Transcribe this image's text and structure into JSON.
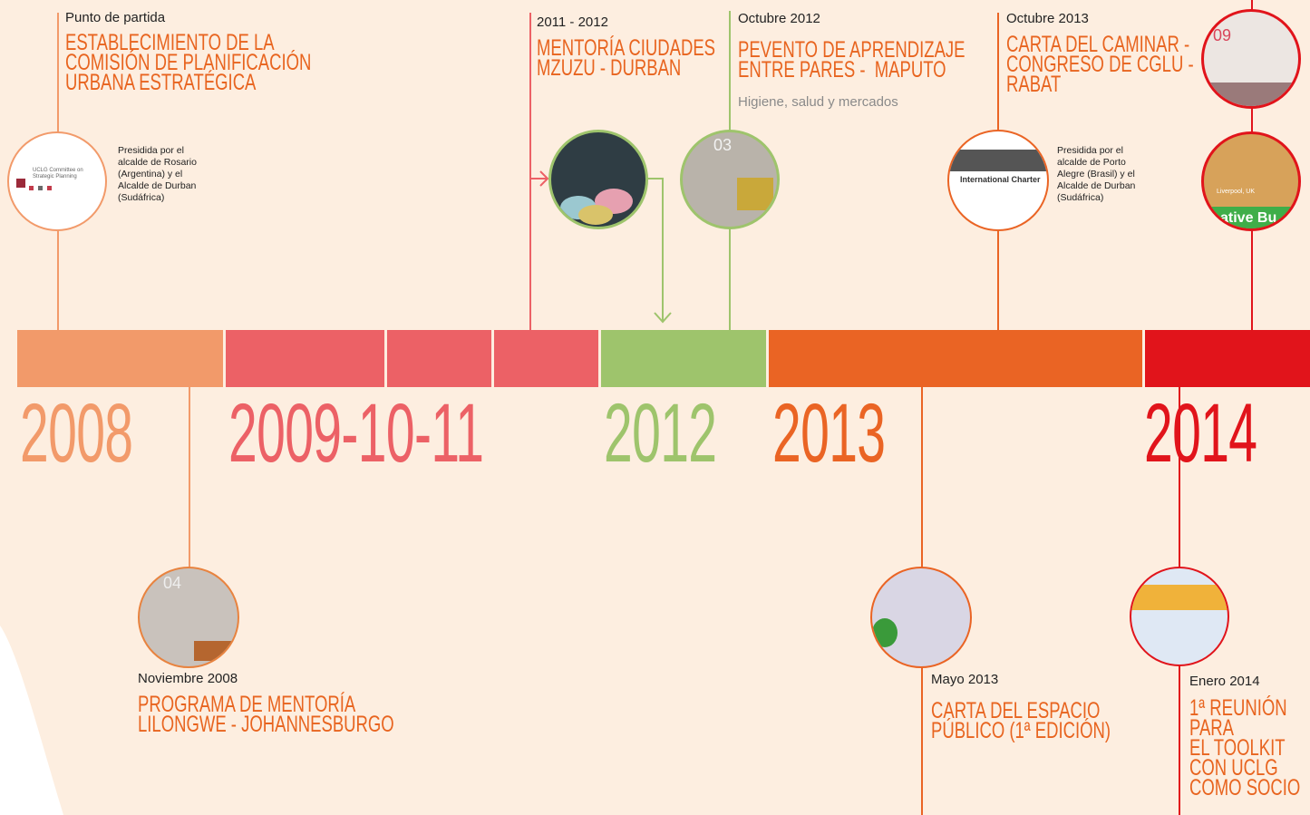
{
  "colors": {
    "background": "#fdeee0",
    "y2008": "#f29a6a",
    "y2009_11": "#ec6166",
    "y2012": "#9ec46c",
    "y2013": "#ea6424",
    "y2014": "#e1141b",
    "title_orange": "#e8641f"
  },
  "years": {
    "y2008": "2008",
    "y2009_11": "2009-10-11",
    "y2012": "2012",
    "y2013": "2013",
    "y2014": "2014"
  },
  "events": {
    "e2008_start": {
      "date": "Punto de partida",
      "title": "ESTABLECIMIENTO DE LA\nCOMISIÓN DE PLANIFICACIÓN\nURBANA ESTRATÉGICA",
      "note": "Presidida por el\nalcalde de Rosario\n(Argentina) y el\nAlcalde de Durban\n(Sudáfrica)"
    },
    "e2008_nov": {
      "date": "Noviembre 2008",
      "title": "PROGRAMA DE MENTORÍA\nLILONGWE - JOHANNESBURGO"
    },
    "e2011": {
      "date": "2011 - 2012",
      "title": "MENTORÍA CIUDADES\nMZUZU - DURBAN"
    },
    "e2012": {
      "date": "Octubre 2012",
      "title": "PEVENTO DE APRENDIZAJE\nENTRE PARES -  MAPUTO",
      "subtitle": "Higiene, salud y mercados"
    },
    "e2013_oct": {
      "date": "Octubre 2013",
      "title": "CARTA DEL CAMINAR -\nCONGRESO DE CGLU -\nRABAT",
      "note": "Presidida por el\nalcalde de Porto\nAlegre (Brasil) y el\nAlcalde de Durban\n(Sudáfrica)"
    },
    "e2013_may": {
      "date": "Mayo 2013",
      "title": "CARTA DEL ESPACIO\nPÚBLICO (1ª EDICIÓN)"
    },
    "e2014": {
      "date": "Enero 2014",
      "title": "1ª REUNIÓN\nPARA\nEL TOOLKIT\nCON UCLG\nCOMO SOCIO"
    }
  },
  "thumbs": {
    "uclg_logo_text": "UCLG Committee on Strategic Planning",
    "num_04": "04",
    "num_03": "03",
    "num_09": "09",
    "charter_text": "International Charter",
    "liverpool_text": "Liverpool, UK",
    "ative_text": "ative Bu"
  }
}
